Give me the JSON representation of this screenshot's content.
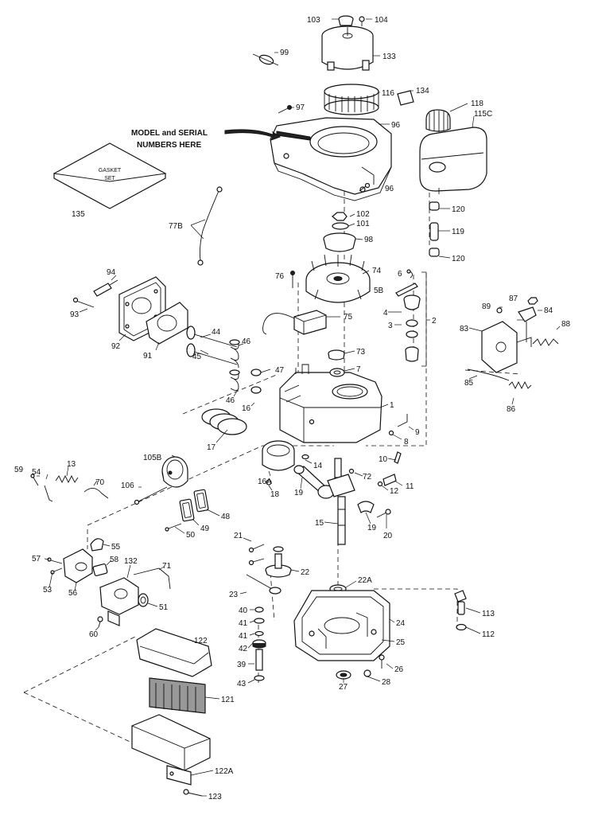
{
  "note": {
    "line1": "MODEL and SERIAL",
    "line2": "NUMBERS HERE"
  },
  "gasket_set": {
    "line1": "GASKET",
    "line2": "SET"
  },
  "parts": [
    "103",
    "104",
    "99",
    "133",
    "116",
    "134",
    "97",
    "96",
    "118",
    "115C",
    "135",
    "96",
    "77B",
    "102",
    "101",
    "98",
    "120",
    "119",
    "120",
    "94",
    "76",
    "74",
    "6",
    "5B",
    "93",
    "92",
    "91",
    "44",
    "46",
    "75",
    "4",
    "3",
    "2",
    "89",
    "87",
    "84",
    "83",
    "88",
    "45",
    "73",
    "7",
    "47",
    "46",
    "16",
    "1",
    "85",
    "86",
    "17",
    "105B",
    "9",
    "8",
    "59",
    "54",
    "13",
    "70",
    "106",
    "16A",
    "14",
    "10",
    "72",
    "11",
    "12",
    "18",
    "19",
    "48",
    "49",
    "50",
    "15",
    "19",
    "20",
    "21",
    "55",
    "57",
    "58",
    "132",
    "71",
    "22",
    "53",
    "56",
    "51",
    "23",
    "22A",
    "60",
    "40",
    "41",
    "24",
    "113",
    "41",
    "122",
    "42",
    "25",
    "112",
    "39",
    "26",
    "43",
    "27",
    "28",
    "121",
    "122A",
    "123"
  ]
}
